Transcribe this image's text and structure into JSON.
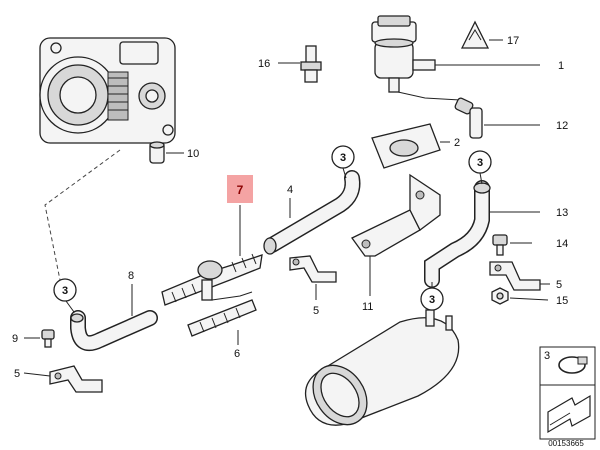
{
  "callouts": {
    "p1": "1",
    "p2": "2",
    "p3a": "3",
    "p3b": "3",
    "p3c": "3",
    "p3d": "3",
    "p4": "4",
    "p5a": "5",
    "p5b": "5",
    "p5c": "5",
    "p6": "6",
    "p7": "7",
    "p8": "8",
    "p9": "9",
    "p10": "10",
    "p11": "11",
    "p12": "12",
    "p13": "13",
    "p14": "14",
    "p15": "15",
    "p16": "16",
    "p17": "17"
  },
  "legend": {
    "ref": "3"
  },
  "catalog_number": "00153665",
  "colors": {
    "highlight": "#f4a3a3",
    "stroke": "#222222"
  }
}
